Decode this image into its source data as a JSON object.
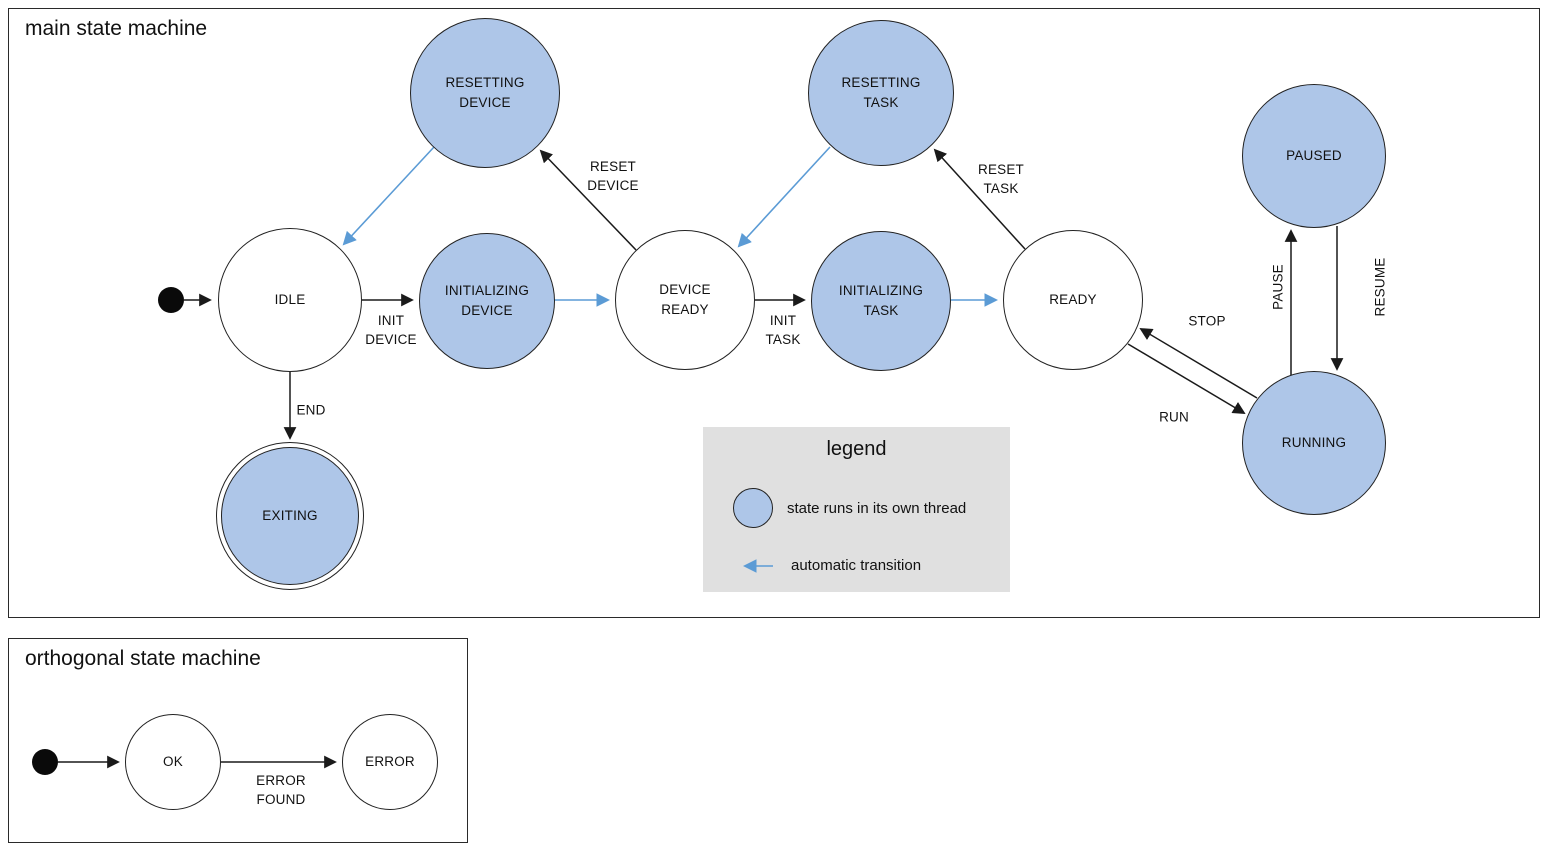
{
  "main": {
    "title": "main state machine",
    "states": {
      "idle": {
        "label": "IDLE"
      },
      "resetting_device": {
        "label": "RESETTING\nDEVICE"
      },
      "initializing_device": {
        "label": "INITIALIZING\nDEVICE"
      },
      "device_ready": {
        "label": "DEVICE\nREADY"
      },
      "resetting_task": {
        "label": "RESETTING\nTASK"
      },
      "initializing_task": {
        "label": "INITIALIZING\nTASK"
      },
      "ready": {
        "label": "READY"
      },
      "paused": {
        "label": "PAUSED"
      },
      "running": {
        "label": "RUNNING"
      },
      "exiting": {
        "label": "EXITING"
      }
    },
    "transitions": {
      "init_device": {
        "label": "INIT\nDEVICE"
      },
      "reset_device": {
        "label": "RESET\nDEVICE"
      },
      "init_task": {
        "label": "INIT\nTASK"
      },
      "reset_task": {
        "label": "RESET\nTASK"
      },
      "run": {
        "label": "RUN"
      },
      "stop": {
        "label": "STOP"
      },
      "pause": {
        "label": "PAUSE"
      },
      "resume": {
        "label": "RESUME"
      },
      "end": {
        "label": "END"
      }
    }
  },
  "legend": {
    "title": "legend",
    "thread_note": "state runs in its own thread",
    "auto_note": "automatic transition"
  },
  "orthogonal": {
    "title": "orthogonal state machine",
    "states": {
      "ok": {
        "label": "OK"
      },
      "error": {
        "label": "ERROR"
      }
    },
    "transitions": {
      "error_found": {
        "label": "ERROR\nFOUND"
      }
    }
  },
  "colors": {
    "threaded_state_fill": "#aec6e8",
    "automatic_transition_blue": "#5b9bd5"
  }
}
